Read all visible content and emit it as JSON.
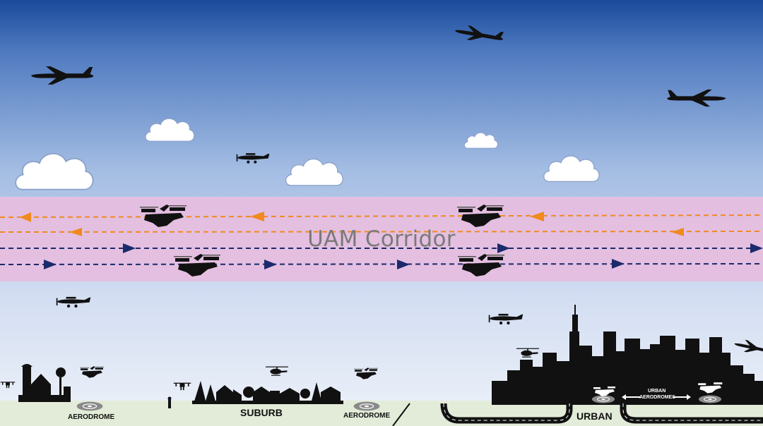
{
  "diagram": {
    "title": "UAM Corridor",
    "labels": {
      "aerodrome_left": "AERODROME",
      "suburb": "SUBURB",
      "aerodrome_mid": "AERODROME",
      "urban": "URBAN",
      "urban_aerodromes_line1": "URBAN",
      "urban_aerodromes_line2": "AERODROMES"
    },
    "lanes": [
      {
        "direction": "left",
        "color": "#f08a1e"
      },
      {
        "direction": "left",
        "color": "#f08a1e"
      },
      {
        "direction": "right",
        "color": "#1b2a6b"
      },
      {
        "direction": "right",
        "color": "#1b2a6b"
      }
    ],
    "colors": {
      "sky_top": "#1a4a9a",
      "sky_bottom": "#e8eef8",
      "corridor": "#e6bedf",
      "ground": "#e2ecd8",
      "silhouette": "#111111"
    }
  }
}
